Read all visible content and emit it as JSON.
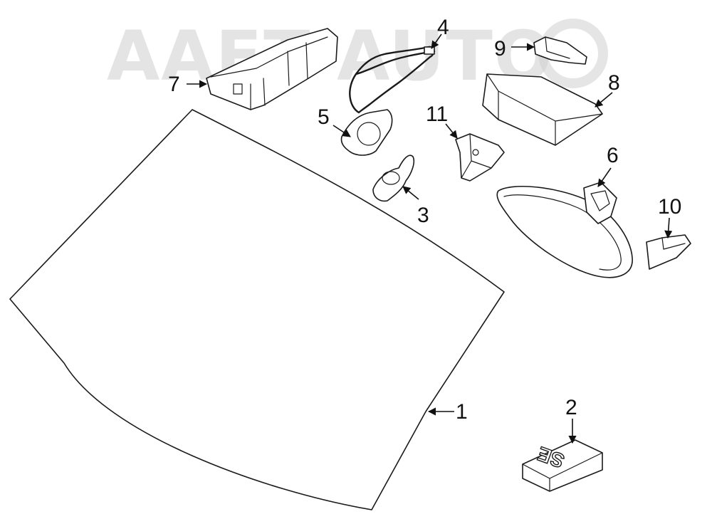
{
  "watermark": {
    "text": "AAET AUTO"
  },
  "callouts": [
    {
      "id": "1",
      "label": "1"
    },
    {
      "id": "2",
      "label": "2"
    },
    {
      "id": "3",
      "label": "3"
    },
    {
      "id": "4",
      "label": "4"
    },
    {
      "id": "5",
      "label": "5"
    },
    {
      "id": "6",
      "label": "6"
    },
    {
      "id": "7",
      "label": "7"
    },
    {
      "id": "8",
      "label": "8"
    },
    {
      "id": "9",
      "label": "9"
    },
    {
      "id": "10",
      "label": "10"
    },
    {
      "id": "11",
      "label": "11"
    }
  ],
  "label_block": {
    "text": "SE"
  }
}
